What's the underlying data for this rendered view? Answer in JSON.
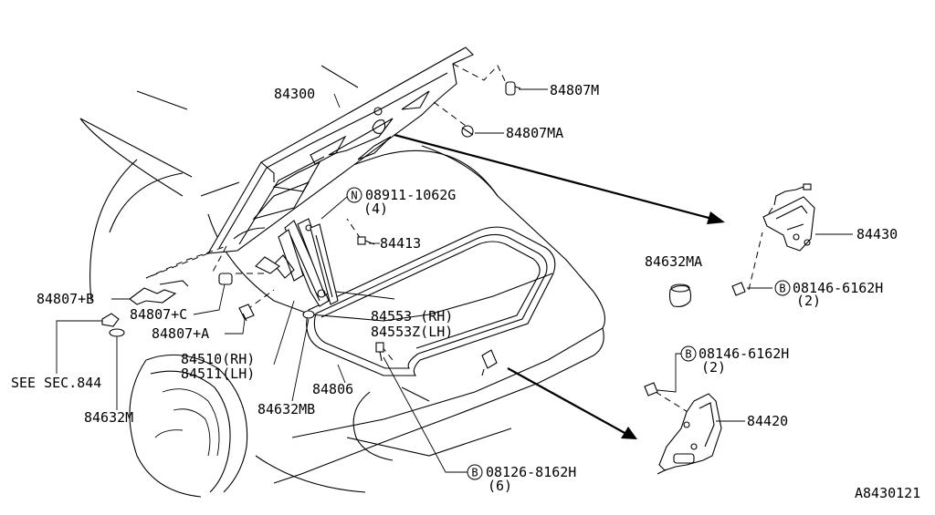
{
  "callouts": {
    "trunk_lid": "84300",
    "bumper_m": "84807M",
    "bumper_ma": "84807MA",
    "bolt_n": "08911-1062G",
    "bolt_n_qty": "(4)",
    "nut": "84413",
    "latch": "84430",
    "cap_ma": "84632MA",
    "bolt_b1": "08146-6162H",
    "bolt_b1_qty": "(2)",
    "bolt_b2": "08146-6162H",
    "bolt_b2_qty": "(2)",
    "lock": "84420",
    "bumper_b": "84807+B",
    "bumper_c": "84807+C",
    "bumper_a": "84807+A",
    "see_sec": "SEE SEC.844",
    "cap_m": "84632M",
    "hinge_rh": "84510(RH)",
    "hinge_lh": "84511(LH)",
    "stay_rh": "84553 (RH)",
    "stay_lh": "84553Z(LH)",
    "weatherstrip": "84806",
    "cap_mb": "84632MB",
    "bolt_b3": "08126-8162H",
    "bolt_b3_qty": "(6)",
    "diagram_code": "A8430121"
  },
  "symbols": {
    "n_mark": "N",
    "b_mark": "B"
  }
}
